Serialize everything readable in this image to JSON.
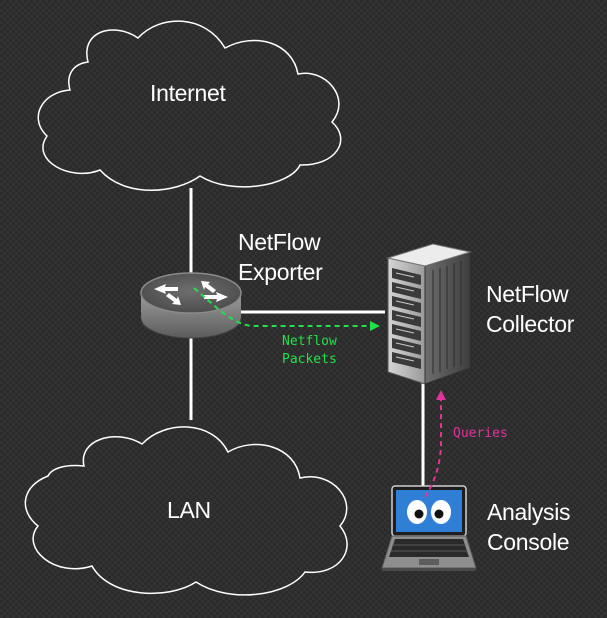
{
  "nodes": {
    "internet": {
      "label": "Internet"
    },
    "lan": {
      "label": "LAN"
    },
    "exporter": {
      "label_line1": "NetFlow",
      "label_line2": "Exporter"
    },
    "collector": {
      "label_line1": "NetFlow",
      "label_line2": "Collector"
    },
    "console": {
      "label_line1": "Analysis",
      "label_line2": "Console"
    }
  },
  "flows": {
    "netflow_packets": {
      "line1": "Netflow",
      "line2": "Packets",
      "color": "#22e04a"
    },
    "queries": {
      "label": "Queries",
      "color": "#e0339c"
    }
  },
  "colors": {
    "background": "#2b2b2b",
    "cloud_stroke": "#ffffff",
    "link": "#ffffff"
  }
}
